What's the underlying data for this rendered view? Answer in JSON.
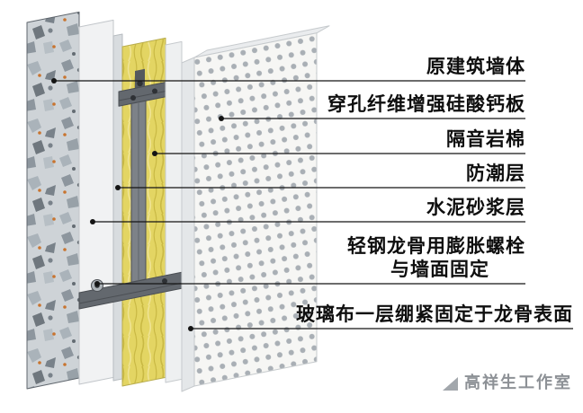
{
  "diagram": {
    "annotations": [
      {
        "label": "原建筑墙体"
      },
      {
        "label": "穿孔纤维增强硅酸钙板"
      },
      {
        "label": "隔音岩棉"
      },
      {
        "label": "防潮层"
      },
      {
        "label": "水泥砂浆层"
      },
      {
        "label": "轻钢龙骨用膨胀螺栓",
        "label2": "与墙面固定"
      },
      {
        "label": "玻璃布一层绷紧固定于龙骨表面"
      }
    ],
    "watermark": {
      "text": "高祥生工作室"
    },
    "colors": {
      "terrazzo_base": "#ced3d7",
      "mortar_white": "#f1f2f3",
      "moisture_gray": "#d8dcdf",
      "rockwool_yellow": "#e3d563",
      "board_white": "#eef0f1",
      "panel_face": "#f6f6f4",
      "panel_hole": "#a9afb5",
      "panel_side": "#e4e7e9",
      "panel_top": "#eaecee",
      "steel_dark": "#63686e",
      "steel_light": "#7d8288",
      "leader": "#141414"
    }
  }
}
